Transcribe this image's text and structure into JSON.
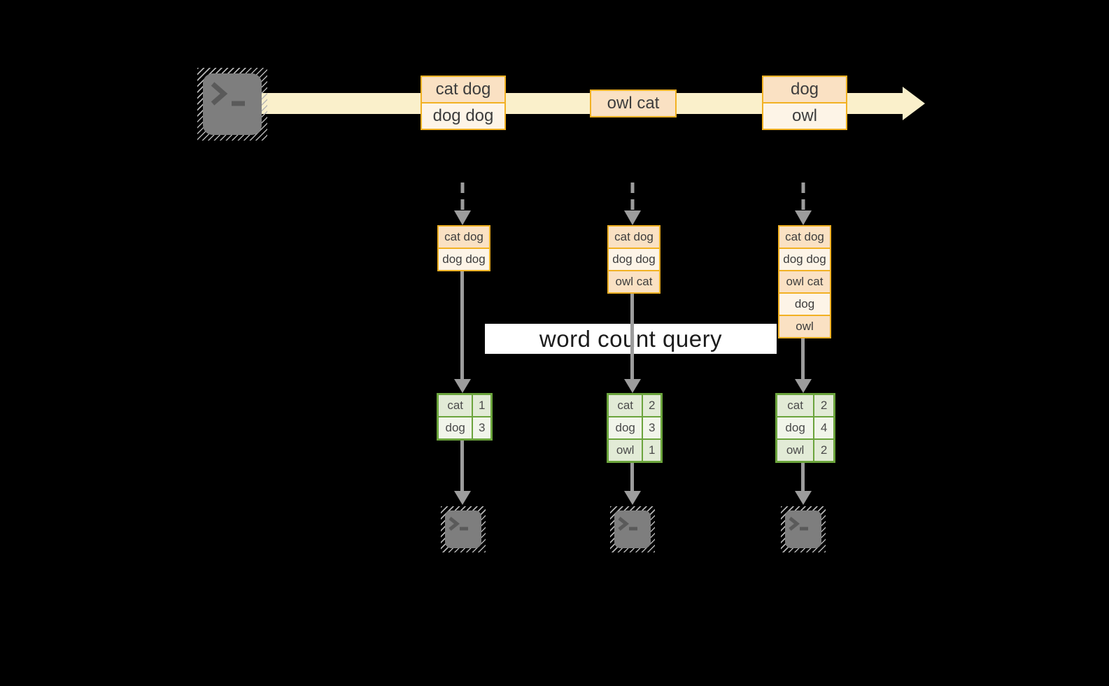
{
  "colors": {
    "background": "#000000",
    "gold_border": "#F2B123",
    "peach_fill": "#FAE1C3",
    "cream_fill": "#FDF4E7",
    "timeline_band": "#FAF0CB",
    "green_border": "#6BA43C",
    "sage_fill": "#E2EBD6",
    "sage_light_fill": "#F1F5EA",
    "arrow_gray": "#9C9C9C",
    "terminal_gray": "#7E7E7E"
  },
  "source": {
    "icon": "terminal-icon"
  },
  "timeline": {
    "events": [
      {
        "lines": [
          "cat dog",
          "dog dog"
        ]
      },
      {
        "lines": [
          "owl cat"
        ]
      },
      {
        "lines": [
          "dog",
          "owl"
        ]
      }
    ]
  },
  "query_box": {
    "label": "word count query"
  },
  "columns": [
    {
      "buffer": [
        "cat dog",
        "dog dog"
      ],
      "result": {
        "rows": [
          {
            "word": "cat",
            "count": "1"
          },
          {
            "word": "dog",
            "count": "3"
          }
        ]
      },
      "sink_icon": "terminal-icon"
    },
    {
      "buffer": [
        "cat dog",
        "dog dog",
        "owl cat"
      ],
      "result": {
        "rows": [
          {
            "word": "cat",
            "count": "2"
          },
          {
            "word": "dog",
            "count": "3"
          },
          {
            "word": "owl",
            "count": "1"
          }
        ]
      },
      "sink_icon": "terminal-icon"
    },
    {
      "buffer": [
        "cat dog",
        "dog dog",
        "owl cat",
        "dog",
        "owl"
      ],
      "result": {
        "rows": [
          {
            "word": "cat",
            "count": "2"
          },
          {
            "word": "dog",
            "count": "4"
          },
          {
            "word": "owl",
            "count": "2"
          }
        ]
      },
      "sink_icon": "terminal-icon"
    }
  ]
}
